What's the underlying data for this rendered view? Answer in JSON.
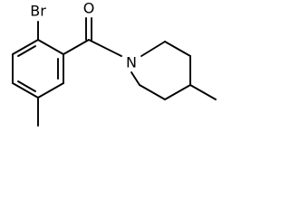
{
  "atoms": {
    "bromine": "Br",
    "oxygen": "O",
    "nitrogen": "N"
  }
}
